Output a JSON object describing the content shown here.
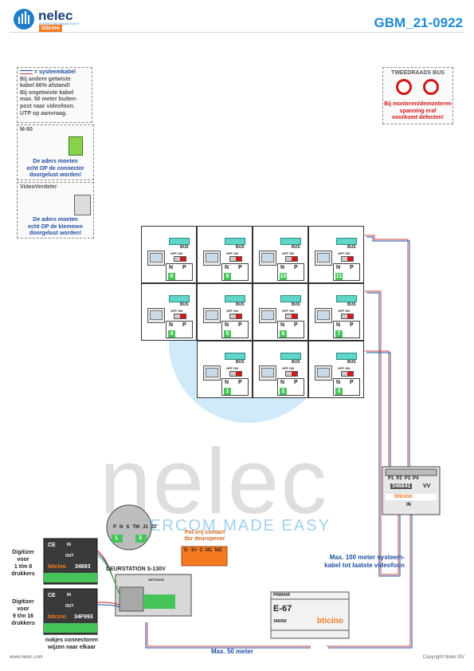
{
  "header": {
    "brand": "nelec",
    "tagline": "INTERCOM MADE EASY",
    "sub_brand": "bticino",
    "doc_code": "GBM_21-0922"
  },
  "notes": {
    "cable": {
      "legend": "= systeemkabel",
      "lines": [
        "Bij andere getwiste",
        "kabel 66% afstand!",
        "Bij ongetwiste kabel",
        "max. 50 meter buiten-",
        "post naar videofoon.",
        "UTP op aanvraag."
      ]
    },
    "m50": {
      "title": "M-50",
      "lines": [
        "De aders moeten",
        "echt OP de connector",
        "doorgelust worden!"
      ]
    },
    "videoverdeler": {
      "title": "VideoVerdeler",
      "lines": [
        "De aders moeten",
        "echt OP de klemmen",
        "doorgelust worden!"
      ]
    },
    "bus": {
      "title": "TWEEDRAADS BUS",
      "lines": [
        "Bij monteren/demonteren",
        "spanning eraf",
        "voorkomt defecten!"
      ]
    }
  },
  "monitors": {
    "bus_label": "BUS",
    "off_on": "OFF ON",
    "n_label": "N",
    "p_label": "P",
    "rows": [
      [
        "8",
        "9",
        "10",
        "11"
      ],
      [
        "4",
        "5",
        "6",
        "7"
      ],
      [
        "1",
        "2",
        "3"
      ]
    ]
  },
  "distributor": {
    "ports": [
      "P1",
      "P2",
      "P3",
      "P4"
    ],
    "model": "346841",
    "vv": "VV",
    "brand": "bticino",
    "in_label": "IN"
  },
  "watermark": {
    "big": "nelec",
    "small": "INTERCOM MADE EASY"
  },
  "bottom": {
    "terminal_labels": [
      "P",
      "N",
      "S",
      "TM",
      "J1",
      "J2"
    ],
    "terminal_values": [
      "1",
      "3"
    ],
    "digitizer1": [
      "Digitizer",
      "voor",
      "1 t/m 8",
      "drukkers"
    ],
    "digitizer2": [
      "Digitizer",
      "voor",
      "9 t/m 16",
      "drukkers"
    ],
    "dig1_model": "34693",
    "dig2_model": "34F993",
    "ce": "CE",
    "in_label": "IN",
    "out_label": "OUT",
    "deurstation": "DEURSTATION S-130V",
    "deurstation_model": "ARTS3100",
    "potvrij": [
      "Pot.vrij contact",
      "tbv deuropener"
    ],
    "relay_terms": [
      "S-",
      "S+",
      "C",
      "NC",
      "NO"
    ],
    "max100": [
      "Max. 100 meter systeem-",
      "kabel tot laatste videofoon"
    ],
    "psu_title": "E-67",
    "psu_primair": "PRIMAIR",
    "psu_model": "346050",
    "max50": "Max. 50 meter",
    "nokjes": [
      "nokjes connectoren",
      "wijzen naar elkaar"
    ],
    "footer_left": "www.nelec.com",
    "footer_right": "Copyright Nelec BV"
  },
  "colors": {
    "accent": "#1e8ad4",
    "brand_dark": "#1e3e7a",
    "note_blue": "#1f4ea3",
    "bticino_orange": "#f47a20",
    "terminal_green": "#46c45a",
    "terminal_teal": "#5fd6c8",
    "switch_red": "#d21818"
  }
}
